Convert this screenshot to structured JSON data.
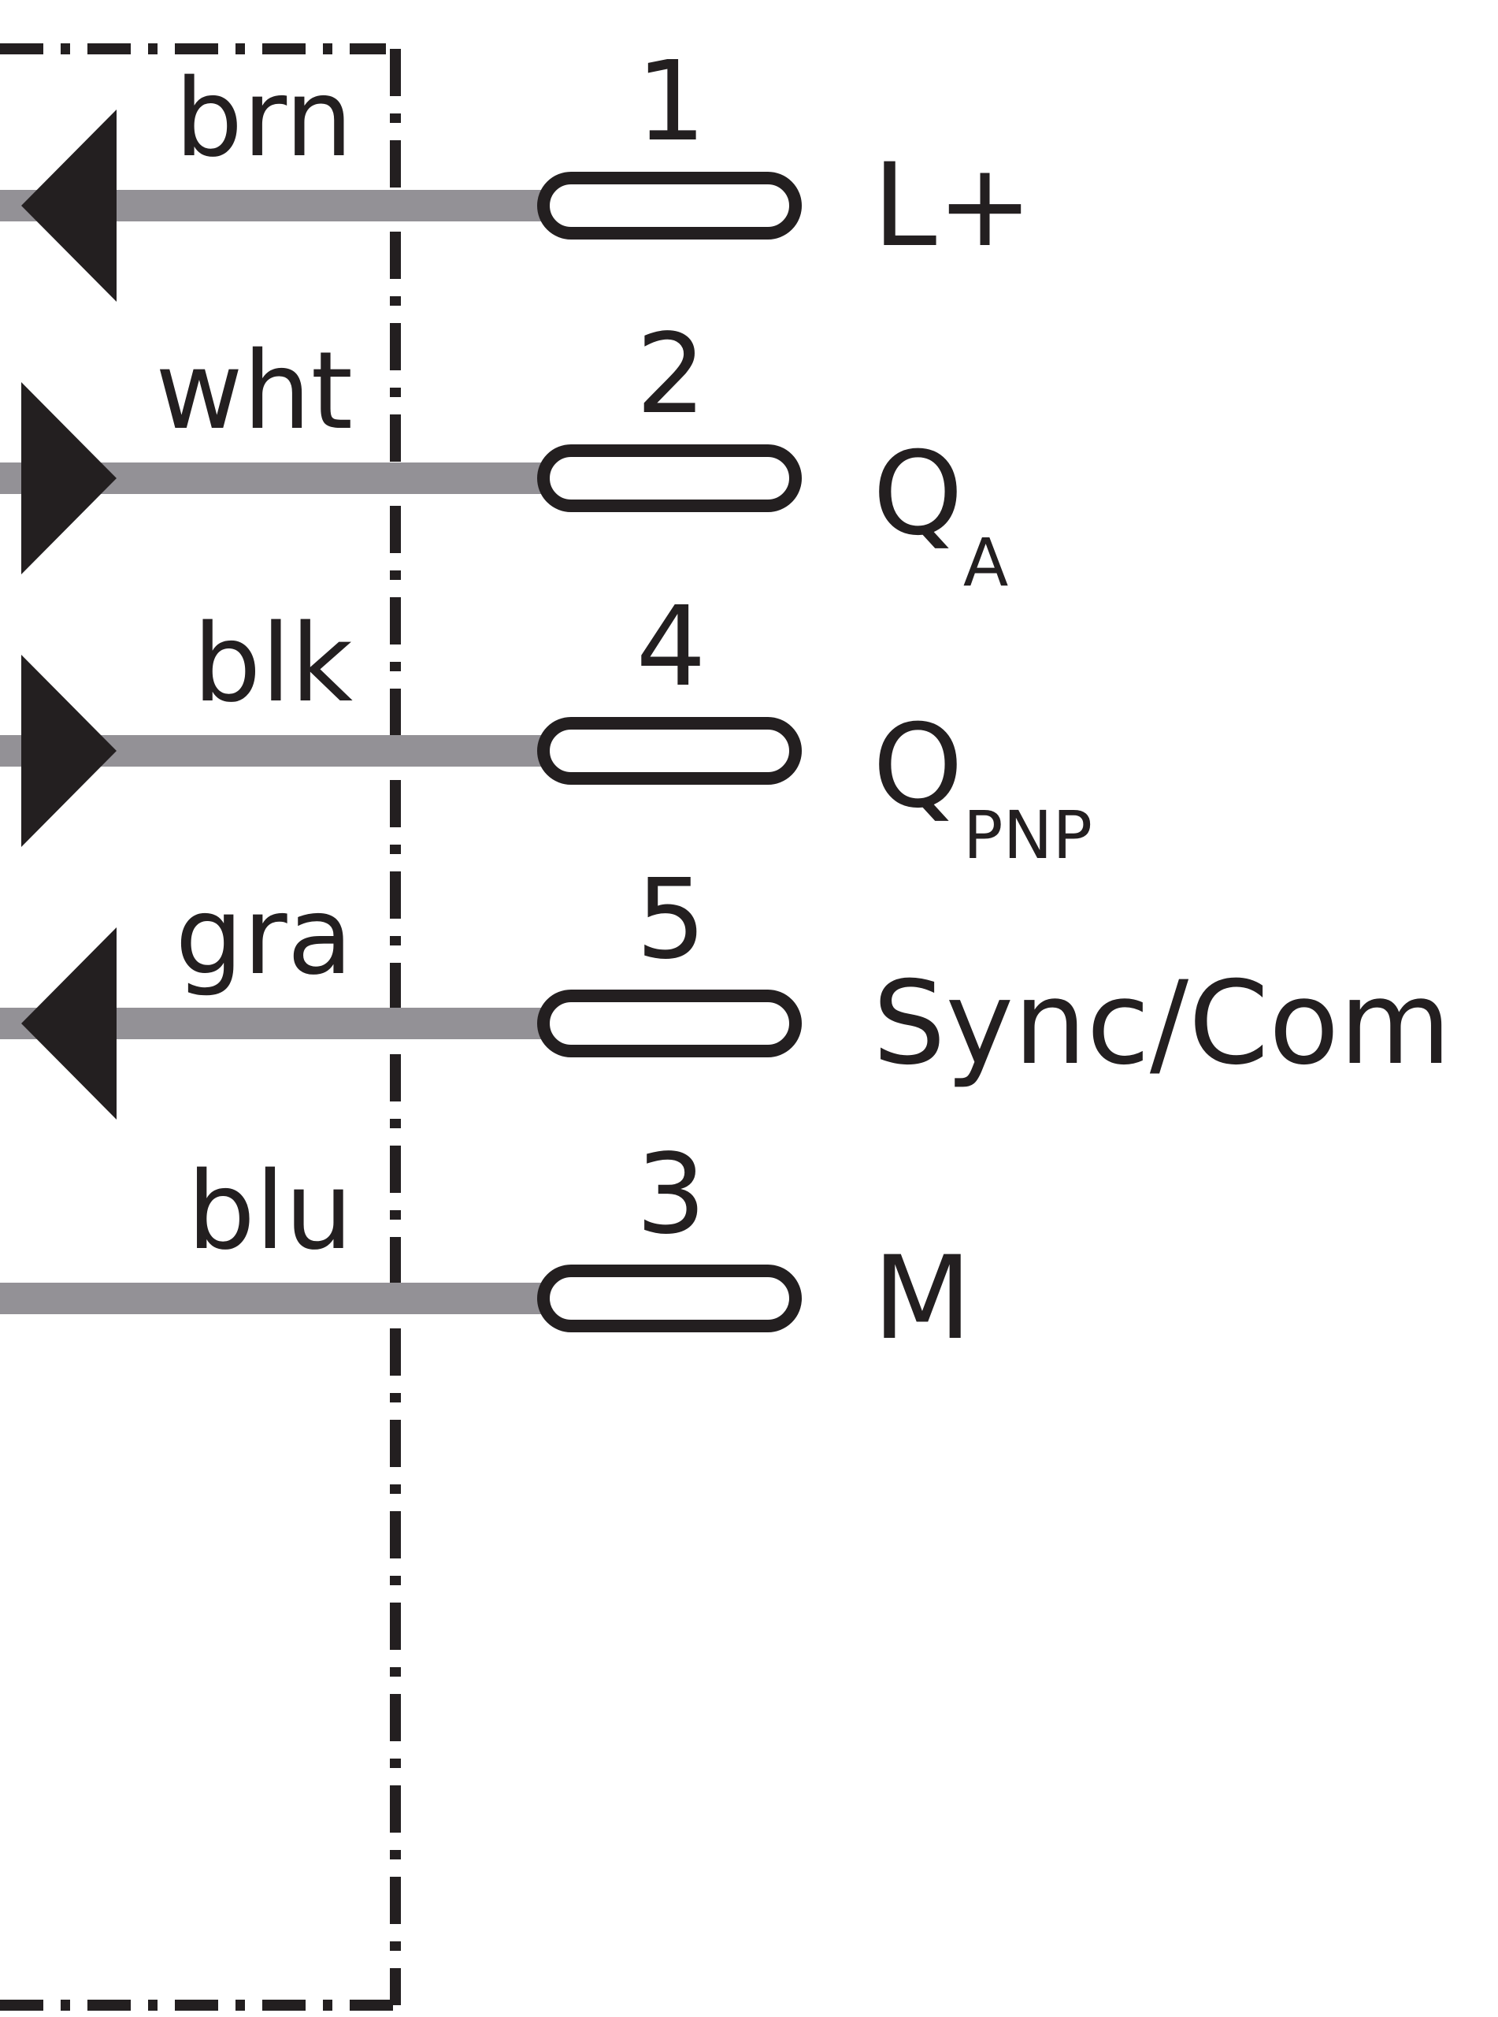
{
  "colors": {
    "ink": "#231f20",
    "wire": "#939196",
    "background": "#ffffff"
  },
  "pins": [
    {
      "wire_color": "brn",
      "pin_number": "1",
      "signal": "L+",
      "signal_sub": "",
      "arrow": "left"
    },
    {
      "wire_color": "wht",
      "pin_number": "2",
      "signal": "Q",
      "signal_sub": "A",
      "arrow": "right"
    },
    {
      "wire_color": "blk",
      "pin_number": "4",
      "signal": "Q",
      "signal_sub": "PNP",
      "arrow": "right"
    },
    {
      "wire_color": "gra",
      "pin_number": "5",
      "signal": "Sync/Com",
      "signal_sub": "",
      "arrow": "left"
    },
    {
      "wire_color": "blu",
      "pin_number": "3",
      "signal": "M",
      "signal_sub": "",
      "arrow": "none"
    }
  ]
}
